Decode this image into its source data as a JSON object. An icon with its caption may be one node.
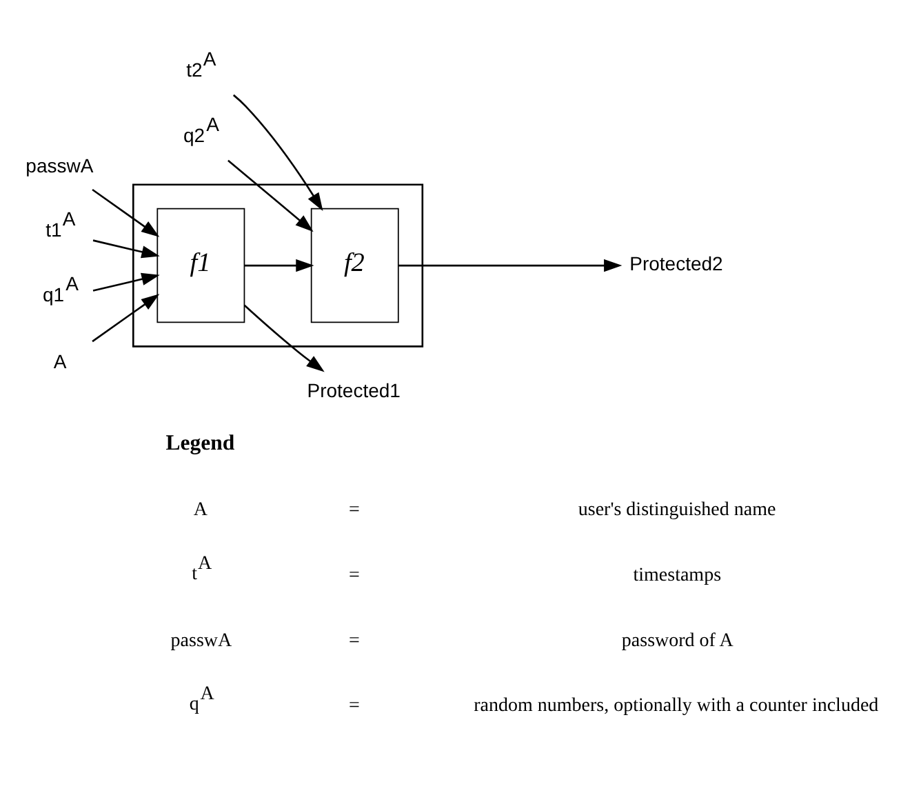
{
  "diagram": {
    "nodes": [
      {
        "text": [],
        "shape": "box"
      },
      {
        "text": [
          "A"
        ]
      },
      {
        "text": [
          "passwA"
        ]
      },
      {
        "text": [
          "t1$^{A}$"
        ]
      },
      {
        "text": [
          "q1$^{A}$"
        ]
      },
      {
        "text": [
          "t2$^{A}$"
        ]
      },
      {
        "text": [
          "q2$^{A}$"
        ]
      },
      {
        "text": [
          "f1"
        ],
        "in": 0
      },
      {
        "text": [
          "f2"
        ],
        "in": 0
      },
      {
        "text": [
          "Protected1"
        ]
      },
      {
        "text": [
          "Protected2"
        ]
      }
    ],
    "edges": [
      {
        "from": 1,
        "to": 7,
        "arrow": "to"
      },
      {
        "from": 2,
        "to": 7,
        "arrow": "to"
      },
      {
        "from": 3,
        "to": 7,
        "arrow": "to"
      },
      {
        "from": 4,
        "to": 7,
        "arrow": "to"
      },
      {
        "from": 5,
        "to": 8,
        "arrow": "to"
      },
      {
        "from": 6,
        "to": 8,
        "arrow": "to"
      },
      {
        "from": 7,
        "to": 9,
        "arrow": "to"
      },
      {
        "from": 7,
        "to": 8,
        "arrow": "to"
      },
      {
        "from": 8,
        "to": 10,
        "arrow": "to"
      }
    ],
    "labels": [
      "Legend",
      "A",
      "=",
      "user's distinguished name",
      "t$^{A}$",
      "=",
      "timestamps",
      "passwA",
      "=",
      "password of A",
      "q$^{A}$",
      "=",
      "random numbers, optionally with a counter included"
    ]
  }
}
